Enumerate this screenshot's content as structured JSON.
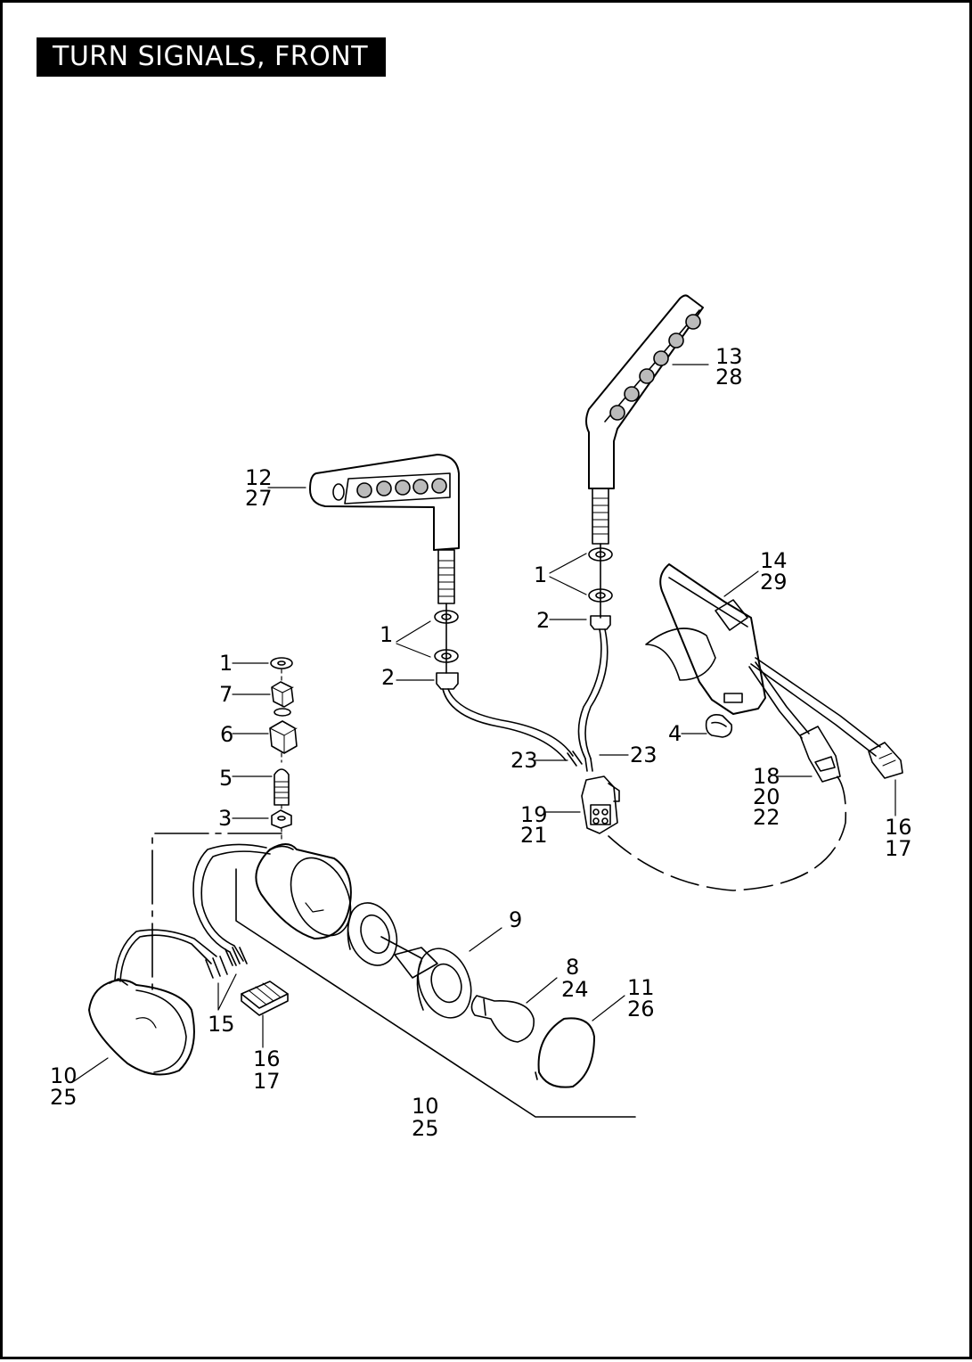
{
  "title": "TURN SIGNALS, FRONT",
  "callouts": {
    "c1a": "1",
    "c2a": "2",
    "c1b": "1",
    "c2b": "2",
    "c1c": "1",
    "c7": "7",
    "c6": "6",
    "c5": "5",
    "c3": "3",
    "c4": "4",
    "c9": "9",
    "c12": "12",
    "c27": "27",
    "c13": "13",
    "c28": "28",
    "c14": "14",
    "c29": "29",
    "c15": "15",
    "c16a": "16",
    "c17a": "17",
    "c16b": "16",
    "c17b": "17",
    "c18": "18",
    "c20": "20",
    "c22": "22",
    "c19": "19",
    "c21": "21",
    "c23a": "23",
    "c23b": "23",
    "c8": "8",
    "c24": "24",
    "c11": "11",
    "c26": "26",
    "c10a": "10",
    "c25a": "25",
    "c10b": "10",
    "c25b": "25"
  }
}
